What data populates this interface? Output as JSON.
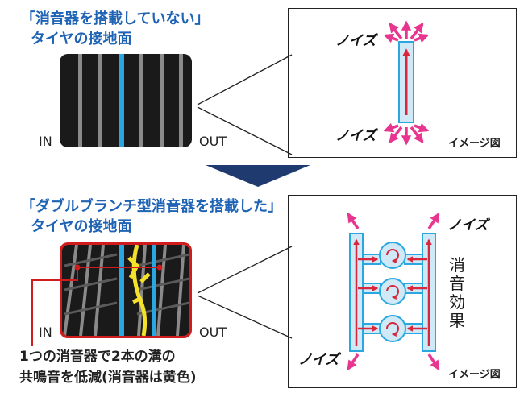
{
  "top": {
    "heading_line1": "「消音器を搭載していない」",
    "heading_line2": "タイヤの接地面",
    "in_label": "IN",
    "out_label": "OUT",
    "noise_top": "ノイズ",
    "noise_bottom": "ノイズ",
    "image_note": "イメージ図"
  },
  "bottom": {
    "heading_line1": "「ダブルブランチ型消音器を搭載した」",
    "heading_line2": "タイヤの接地面",
    "in_label": "IN",
    "out_label": "OUT",
    "caption_line1": "1つの消音器で2本の溝の",
    "caption_line2": "共鳴音を低減(消音器は黄色)",
    "noise_top": "ノイズ",
    "noise_bottom": "ノイズ",
    "effect_chars": [
      "消",
      "音",
      "効",
      "果"
    ],
    "image_note": "イメージ図"
  },
  "colors": {
    "heading_blue": "#1f63b5",
    "arrow_navy": "#1e3a6e",
    "groove_blue": "#2aa7e0",
    "resonator_yellow": "#f5e02a",
    "tread_frame_red": "#d01c1c",
    "noise_magenta": "#e8358f",
    "flow_red": "#d8263c"
  }
}
